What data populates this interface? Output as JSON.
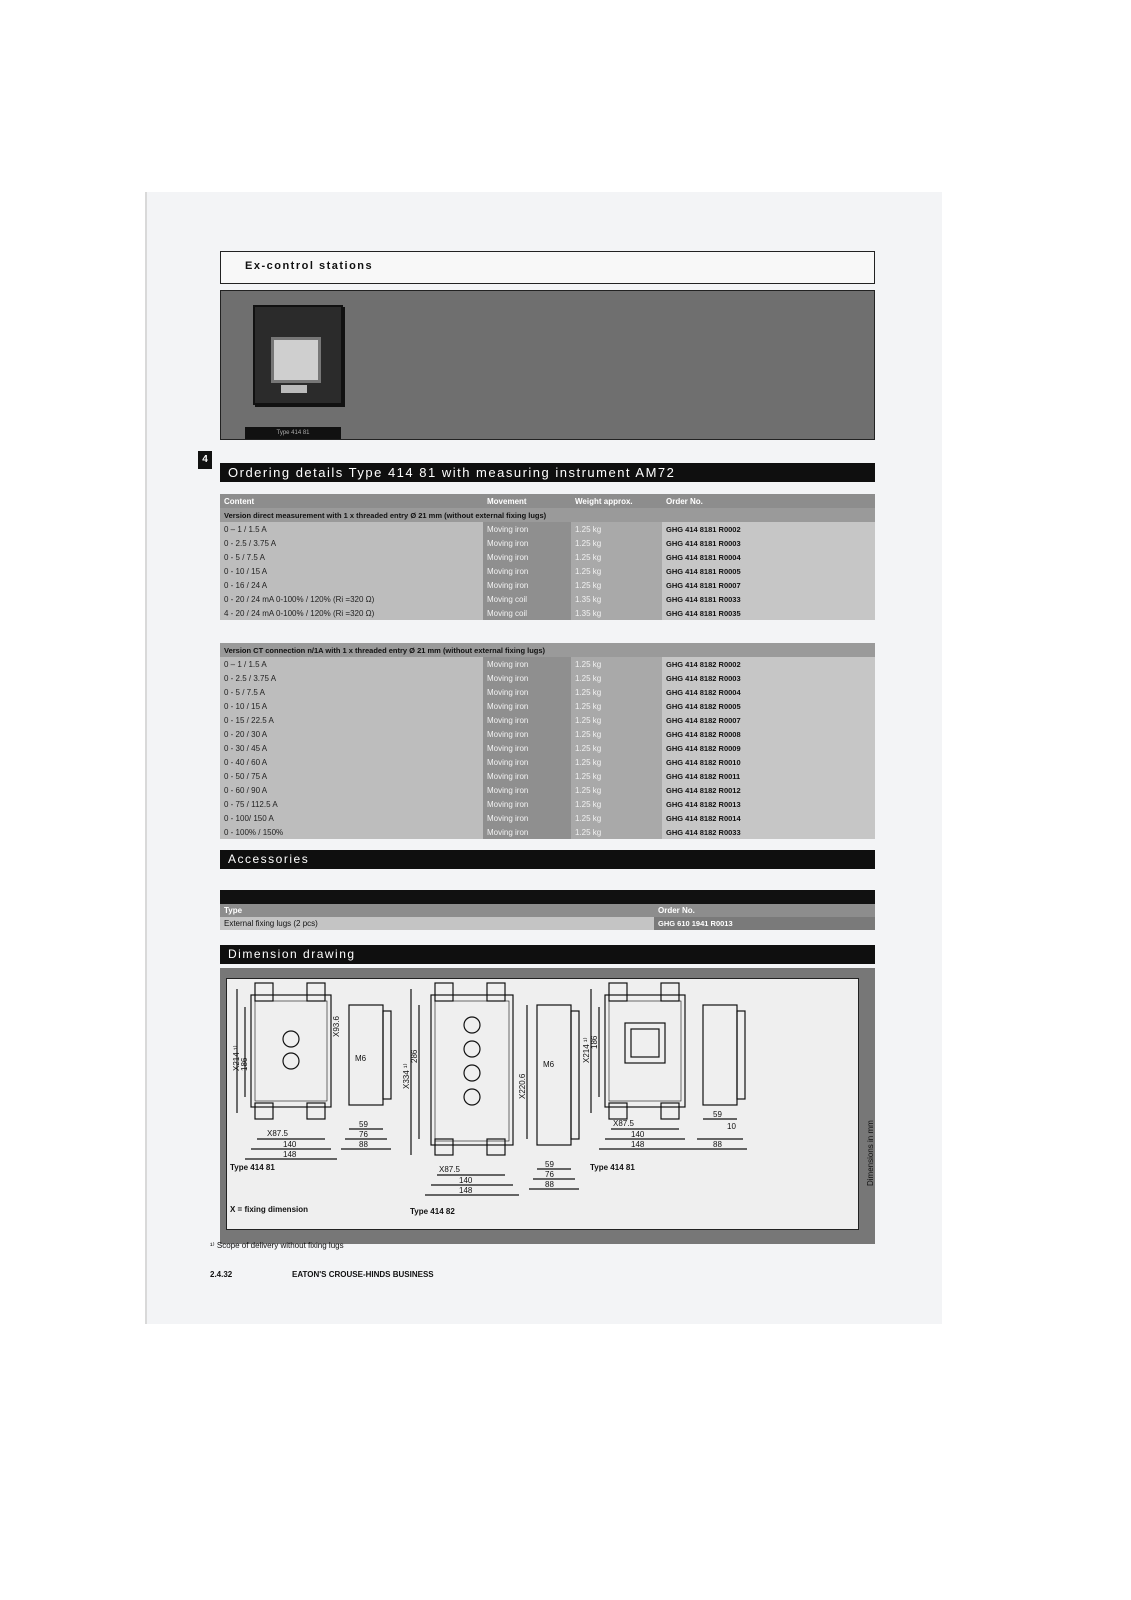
{
  "header": {
    "title": "Ex-control stations"
  },
  "photo": {
    "caption": "Type 414 81"
  },
  "section_number": "4",
  "ordering": {
    "title": "Ordering details Type 414 81 with measuring instrument AM72",
    "columns": [
      "Content",
      "Movement",
      "Weight approx.",
      "Order No."
    ],
    "group1": {
      "heading": "Version direct measurement with 1 x threaded entry Ø 21 mm (without external fixing lugs)",
      "rows": [
        [
          "0 – 1   / 1.5 A",
          "Moving iron",
          "1.25 kg",
          "GHG 414 8181 R0002"
        ],
        [
          "0 - 2.5 / 3.75 A",
          "Moving iron",
          "1.25 kg",
          "GHG 414 8181 R0003"
        ],
        [
          "0 - 5   / 7.5 A",
          "Moving iron",
          "1.25 kg",
          "GHG 414 8181 R0004"
        ],
        [
          "0 - 10  / 15 A",
          "Moving iron",
          "1.25 kg",
          "GHG 414 8181 R0005"
        ],
        [
          "0 - 16  / 24 A",
          "Moving iron",
          "1.25 kg",
          "GHG 414 8181 R0007"
        ],
        [
          "0 - 20 /   24 mA 0-100% / 120% (Ri =320 Ω)",
          "Moving coil",
          "1.35 kg",
          "GHG 414 8181 R0033"
        ],
        [
          "4 - 20 /   24 mA 0-100% / 120% (Ri =320 Ω)",
          "Moving coil",
          "1.35 kg",
          "GHG 414 8181 R0035"
        ]
      ]
    },
    "group2": {
      "heading": "Version CT connection n/1A with 1 x threaded entry Ø 21 mm (without external fixing lugs)",
      "rows": [
        [
          "0 – 1   / 1.5 A",
          "Moving iron",
          "1.25 kg",
          "GHG 414 8182 R0002"
        ],
        [
          "0 - 2.5 / 3.75 A",
          "Moving iron",
          "1.25 kg",
          "GHG 414 8182 R0003"
        ],
        [
          "0 - 5   / 7.5 A",
          "Moving iron",
          "1.25 kg",
          "GHG 414 8182 R0004"
        ],
        [
          "0 - 10  / 15 A",
          "Moving iron",
          "1.25 kg",
          "GHG 414 8182 R0005"
        ],
        [
          "0 - 15  / 22.5 A",
          "Moving iron",
          "1.25 kg",
          "GHG 414 8182 R0007"
        ],
        [
          "0 - 20  / 30 A",
          "Moving iron",
          "1.25 kg",
          "GHG 414 8182 R0008"
        ],
        [
          "0 - 30  / 45 A",
          "Moving iron",
          "1.25 kg",
          "GHG 414 8182 R0009"
        ],
        [
          "0 - 40  / 60 A",
          "Moving iron",
          "1.25 kg",
          "GHG 414 8182 R0010"
        ],
        [
          "0 - 50  / 75 A",
          "Moving iron",
          "1.25 kg",
          "GHG 414 8182 R0011"
        ],
        [
          "0 - 60  / 90 A",
          "Moving iron",
          "1.25 kg",
          "GHG 414 8182 R0012"
        ],
        [
          "0 - 75  / 112.5 A",
          "Moving iron",
          "1.25 kg",
          "GHG 414 8182 R0013"
        ],
        [
          "0 - 100/  150 A",
          "Moving iron",
          "1.25 kg",
          "GHG 414 8182 R0014"
        ],
        [
          "0 - 100% / 150%",
          "Moving iron",
          "1.25 kg",
          "GHG 414 8182 R0033"
        ]
      ]
    }
  },
  "accessories": {
    "title": "Accessories",
    "columns": [
      "Type",
      "Order No."
    ],
    "rows": [
      [
        "External fixing lugs (2 pcs)",
        "GHG 610 1941 R0013"
      ]
    ]
  },
  "dimension": {
    "title": "Dimension drawing",
    "type_a": "Type 414 81",
    "type_b": "Type 414 82",
    "type_c": "Type 414 81",
    "legend": "X = fixing dimension",
    "side_label": "Dimensions in mm",
    "labels": {
      "x214": "X214 ¹⁾",
      "d186": "186",
      "x93": "X93.6",
      "m6": "M6",
      "x875": "X87.5",
      "d140": "140",
      "d148": "148",
      "d59": "59",
      "d76": "76",
      "d88": "88",
      "x334": "X334 ¹⁾",
      "d286": "286",
      "x2206": "X220.6",
      "d10": "10"
    }
  },
  "footnote": "¹⁾ Scope of delivery without fixing lugs",
  "footer": {
    "page_code": "2.4.32",
    "brand": "EATON'S CROUSE-HINDS BUSINESS"
  }
}
